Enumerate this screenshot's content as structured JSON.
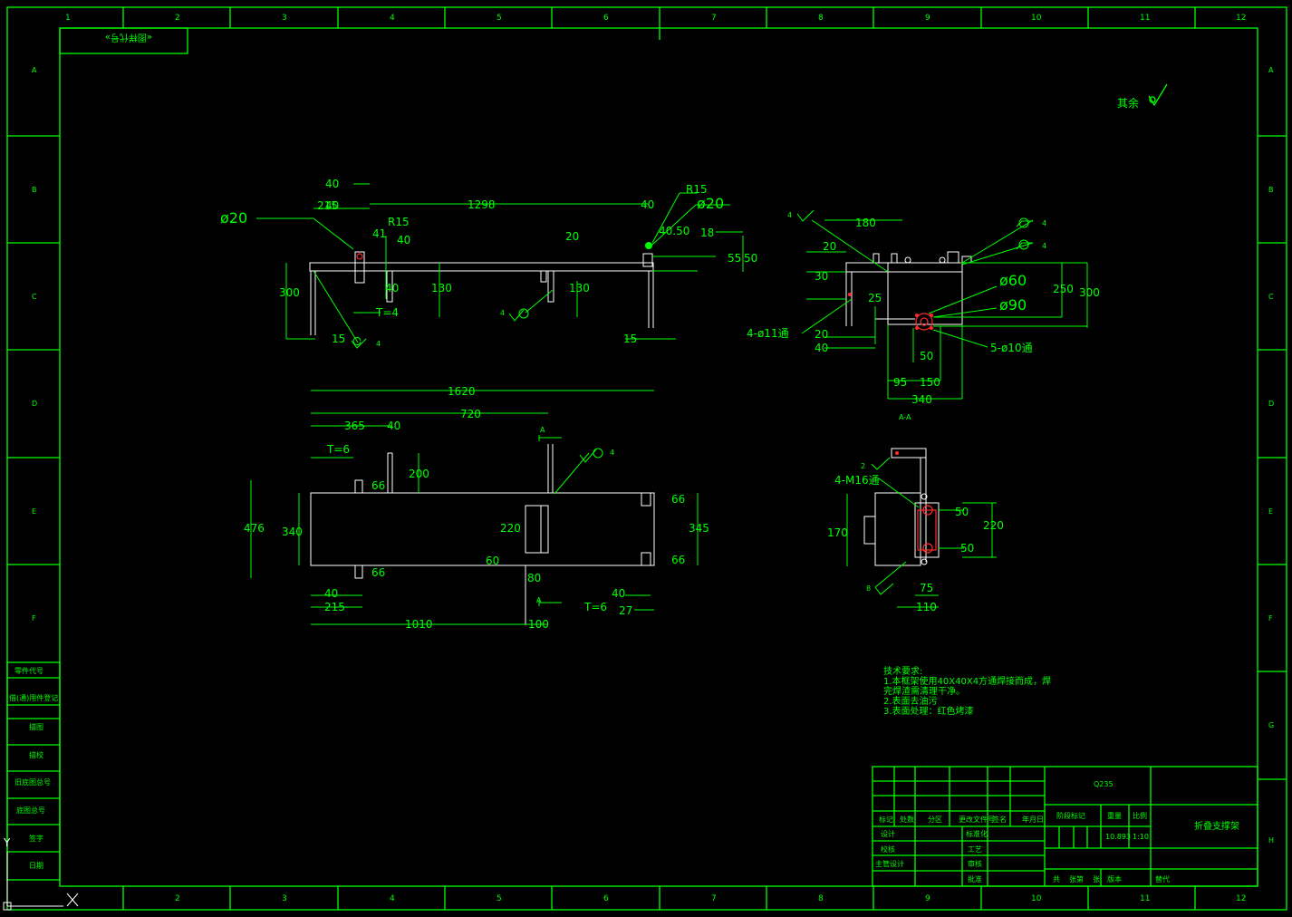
{
  "frame": {
    "columns_top": [
      "1",
      "2",
      "3",
      "4",
      "5",
      "6",
      "7",
      "8",
      "9",
      "10",
      "11",
      "12"
    ],
    "columns_bottom": [
      "2",
      "3",
      "4",
      "5",
      "6",
      "7",
      "8",
      "9",
      "10",
      "11",
      "12"
    ],
    "rows": [
      "A",
      "B",
      "C",
      "D",
      "E",
      "F",
      "G",
      "H"
    ]
  },
  "stamp_box": "«图样代号»",
  "roughness_note": "其余",
  "left_strip": {
    "items": [
      "零件代号",
      "借(通)用件登记",
      "描图",
      "描校",
      "旧底图总号",
      "底图总号",
      "签字",
      "日期"
    ]
  },
  "front_view": {
    "dims": [
      "40",
      "215",
      "1298",
      "40",
      "R15",
      "ø20",
      "ø20",
      "R15",
      "41",
      "40",
      "40.50",
      "18",
      "20",
      "55",
      "50",
      "300",
      "130",
      "130",
      "40",
      "T=4",
      "15",
      "15"
    ],
    "roughness_symbols": [
      "4",
      "4"
    ]
  },
  "top_view": {
    "dims": [
      "1620",
      "720",
      "365",
      "40",
      "T=6",
      "200",
      "66",
      "476",
      "340",
      "220",
      "60",
      "80",
      "66",
      "345",
      "66",
      "66",
      "40",
      "215",
      "1010",
      "100",
      "40",
      "T=6",
      "27"
    ],
    "section_marks": [
      "A",
      "A"
    ],
    "roughness_symbols": [
      "4"
    ]
  },
  "section_view": {
    "dims": [
      "180",
      "20",
      "30",
      "25",
      "ø60",
      "ø90",
      "250",
      "300",
      "4-ø11通",
      "20",
      "40",
      "50",
      "5-ø10通",
      "95",
      "150",
      "340"
    ],
    "label": "A-A",
    "roughness_symbols": [
      "4",
      "4",
      "4"
    ]
  },
  "detail_view": {
    "dims": [
      "4-M16通",
      "170",
      "50",
      "220",
      "50",
      "75",
      "110"
    ],
    "roughness_symbols": [
      "2",
      "8"
    ]
  },
  "notes": {
    "title": "技术要求:",
    "lines": [
      "1.本框架使用40X40X4方通焊接而成，焊",
      "完焊渣需清理干净。",
      "2.表面去油污",
      "3.表面处理：红色烤漆"
    ]
  },
  "title_block": {
    "material": "Q235",
    "drawing_name": "折叠支撑架",
    "headers": [
      "标记",
      "处数",
      "分区",
      "更改文件号",
      "签名",
      "年月日"
    ],
    "stage_headers": [
      "阶段标记",
      "重量",
      "比例"
    ],
    "weight": "10.893",
    "scale": "1:10",
    "roles": [
      "设计",
      "校核",
      "主管设计"
    ],
    "roles2": [
      "标准化",
      "工艺",
      "审核",
      "批准"
    ],
    "sheet_left": "共",
    "sheet_mid": "张第",
    "sheet_right": "张",
    "version_label": "版本",
    "replace_label": "替代"
  },
  "ucs": {
    "y_label": "Y"
  }
}
